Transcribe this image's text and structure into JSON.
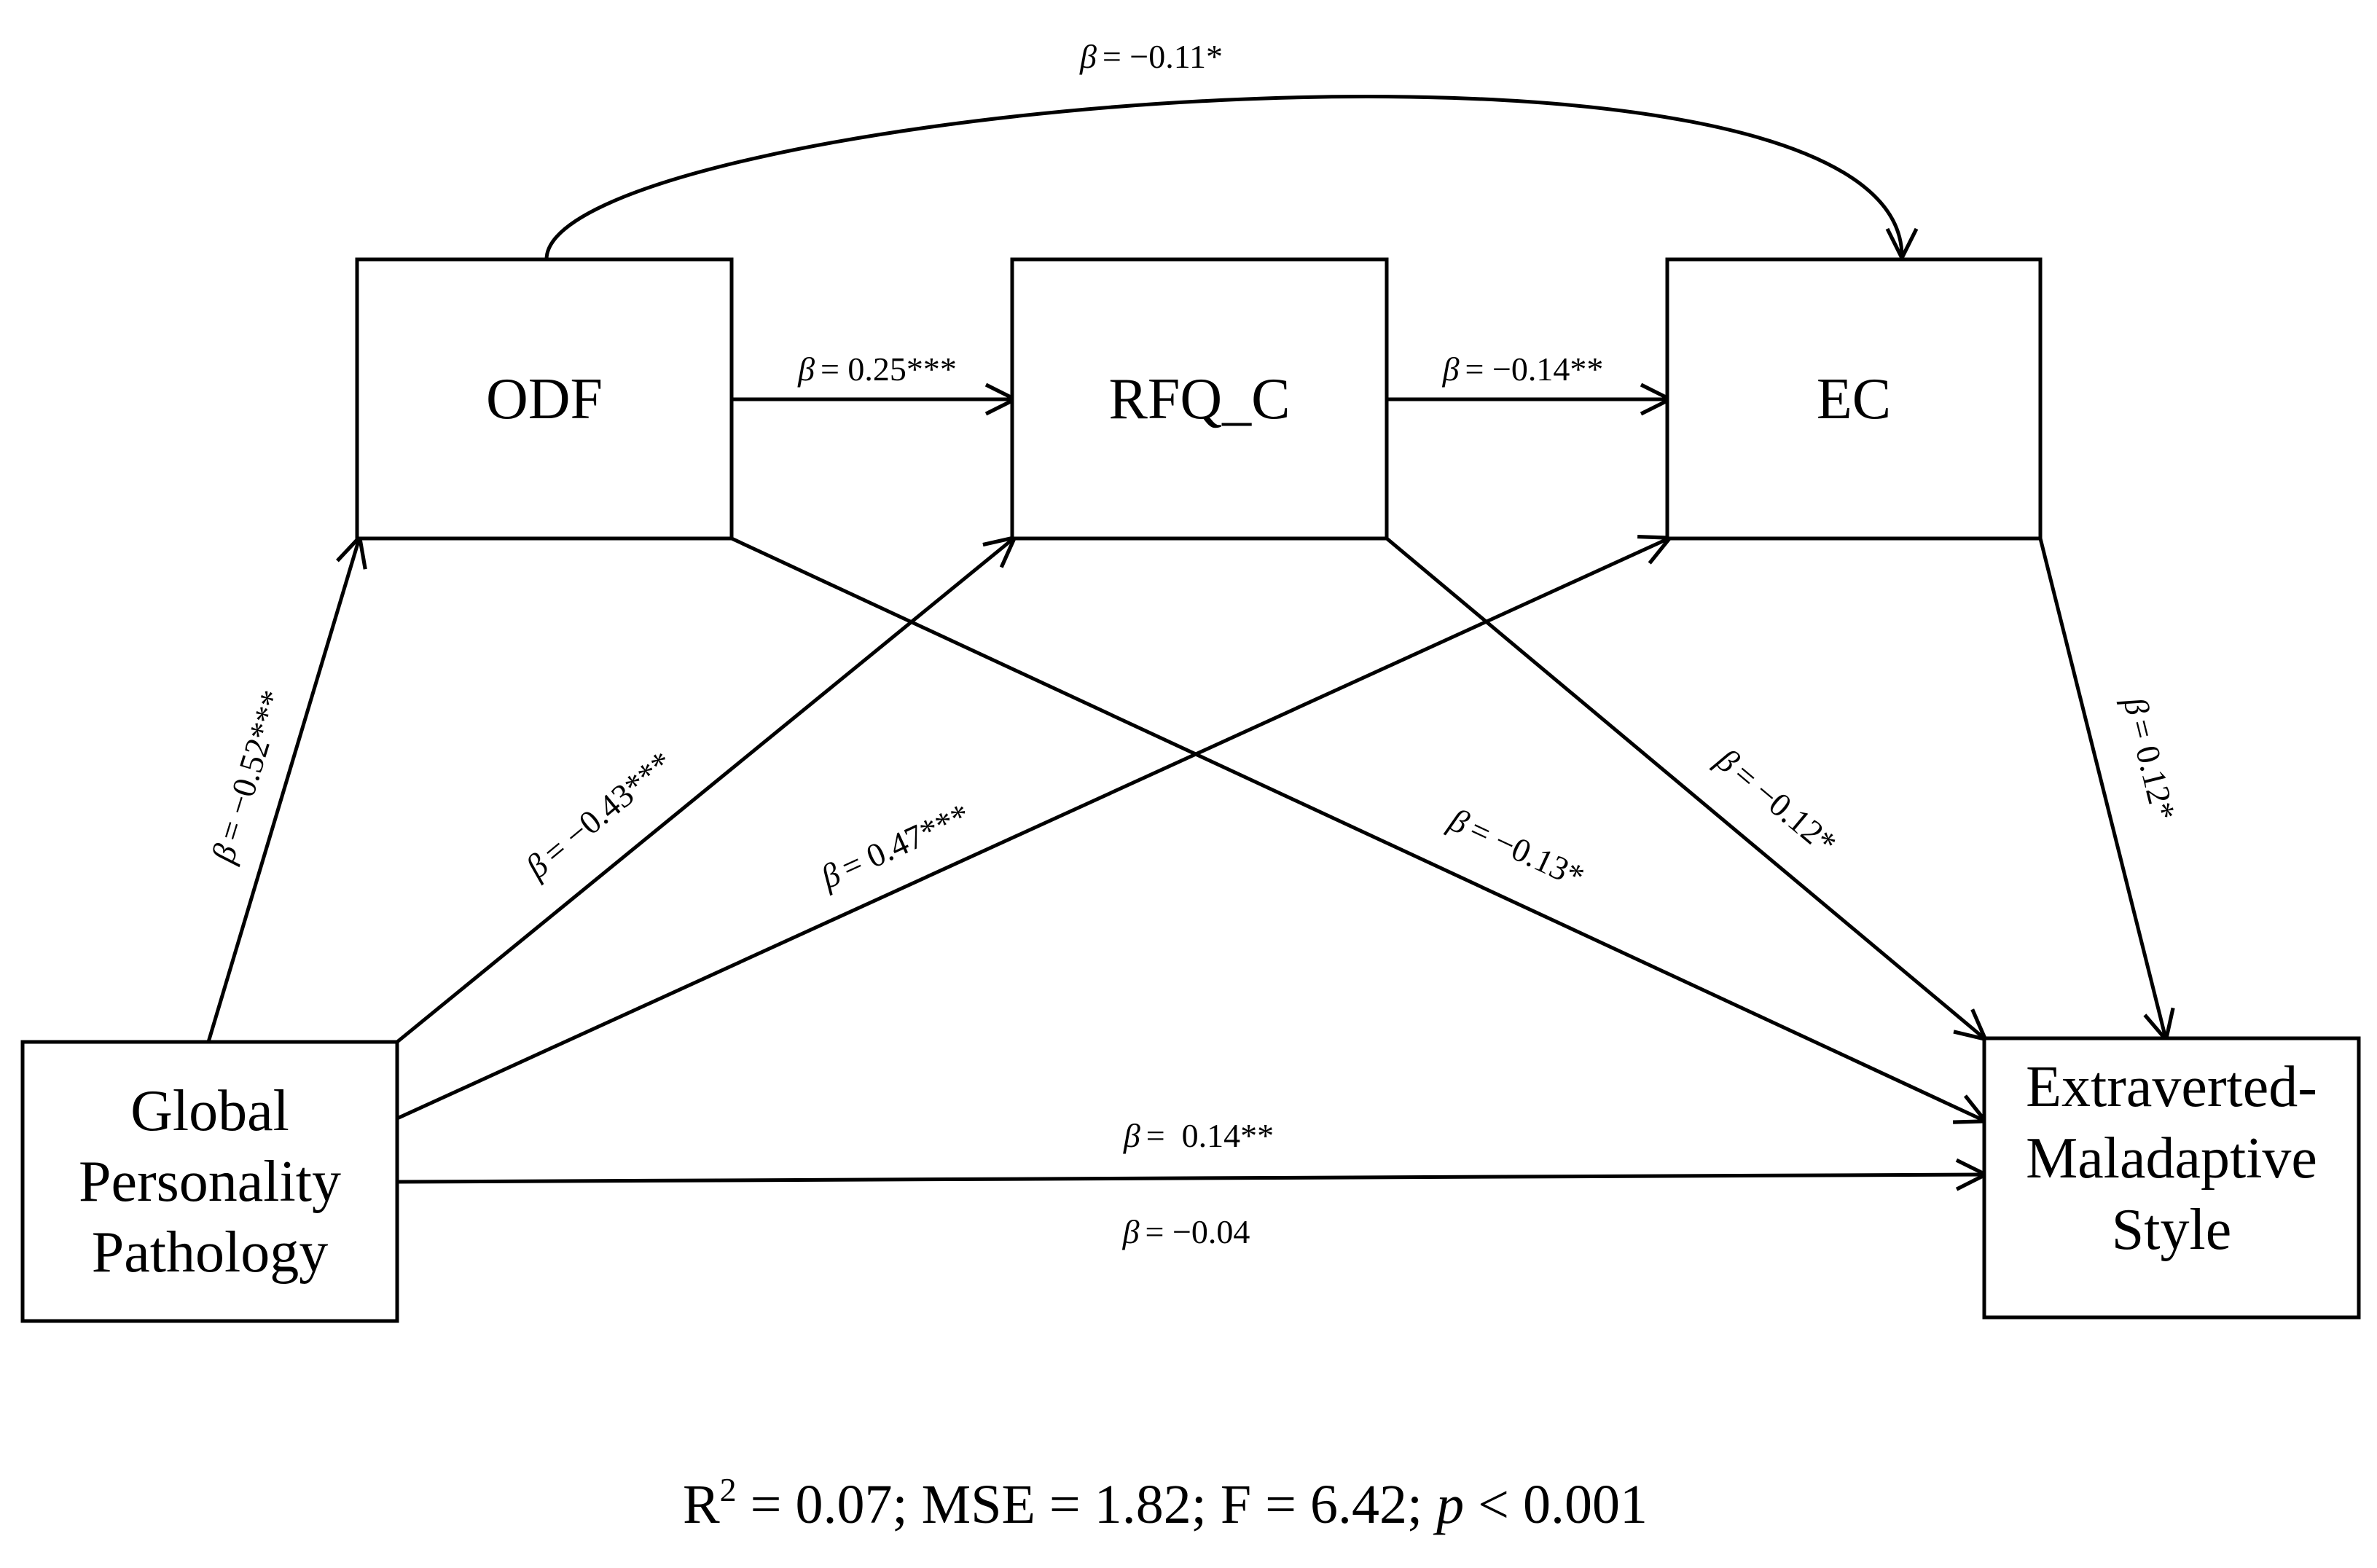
{
  "nodes": {
    "odf": {
      "lines": [
        "ODF"
      ]
    },
    "rfq": {
      "lines": [
        "RFQ_C"
      ]
    },
    "ec": {
      "lines": [
        "EC"
      ]
    },
    "gpp": {
      "lines": [
        "Global",
        "Personality",
        "Pathology"
      ]
    },
    "ems": {
      "lines": [
        "Extraverted-",
        "Maladaptive",
        "Style"
      ]
    }
  },
  "edges": {
    "odf_ec": {
      "from": "ODF",
      "to": "EC",
      "beta_symbol": "β",
      "value": "= −0.11*"
    },
    "odf_rfq": {
      "from": "ODF",
      "to": "RFQ_C",
      "beta_symbol": "β",
      "value": "= 0.25***"
    },
    "rfq_ec": {
      "from": "RFQ_C",
      "to": "EC",
      "beta_symbol": "β",
      "value": "= −0.14**"
    },
    "gpp_odf": {
      "from": "Global Personality Pathology",
      "to": "ODF",
      "beta_symbol": "β",
      "value": "= −0.52***"
    },
    "gpp_rfq": {
      "from": "Global Personality Pathology",
      "to": "RFQ_C",
      "beta_symbol": "β",
      "value": "= −0.43***"
    },
    "gpp_ec": {
      "from": "Global Personality Pathology",
      "to": "EC",
      "beta_symbol": "β",
      "value": "= 0.47***"
    },
    "odf_ems": {
      "from": "ODF",
      "to": "Extraverted-Maladaptive Style",
      "beta_symbol": "β",
      "value": "= −0.13*"
    },
    "rfq_ems": {
      "from": "RFQ_C",
      "to": "Extraverted-Maladaptive Style",
      "beta_symbol": "β",
      "value": "= −0.12*"
    },
    "ec_ems": {
      "from": "EC",
      "to": "Extraverted-Maladaptive Style",
      "beta_symbol": "β",
      "value": "= 0.12*"
    },
    "gpp_ems_total": {
      "from": "Global Personality Pathology",
      "to": "Extraverted-Maladaptive Style",
      "beta_symbol": "β",
      "value": "=  0.14**"
    },
    "gpp_ems_direct": {
      "from": "Global Personality Pathology",
      "to": "Extraverted-Maladaptive Style",
      "beta_symbol": "β",
      "value": "= −0.04"
    }
  },
  "footer": {
    "r_symbol": "R",
    "r_exponent": "2",
    "stats": " = 0.07; MSE = 1.82; F = 6.42; ",
    "p_symbol": "p",
    "p_value": " < 0.001"
  }
}
